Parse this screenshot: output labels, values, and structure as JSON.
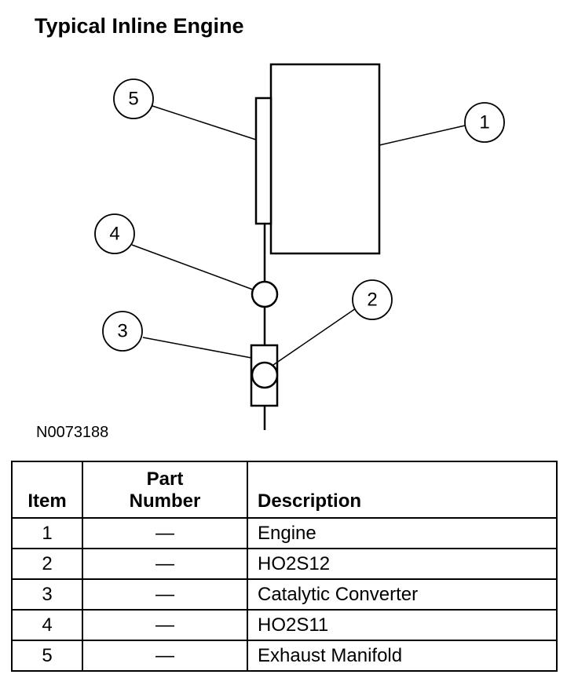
{
  "title": "Typical Inline Engine",
  "figure_id": "N0073188",
  "callouts": [
    "1",
    "2",
    "3",
    "4",
    "5"
  ],
  "table": {
    "headers": {
      "item": "Item",
      "part_number_line1": "Part",
      "part_number_line2": "Number",
      "description": "Description"
    },
    "rows": [
      {
        "item": "1",
        "part_number": "—",
        "description": "Engine"
      },
      {
        "item": "2",
        "part_number": "—",
        "description": "HO2S12"
      },
      {
        "item": "3",
        "part_number": "—",
        "description": "Catalytic Converter"
      },
      {
        "item": "4",
        "part_number": "—",
        "description": "HO2S11"
      },
      {
        "item": "5",
        "part_number": "—",
        "description": "Exhaust Manifold"
      }
    ]
  }
}
